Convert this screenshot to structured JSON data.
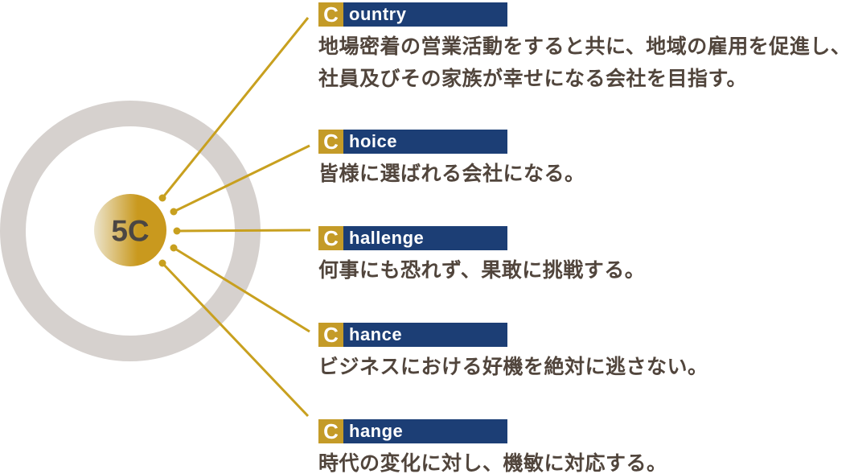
{
  "diagram": {
    "core_label": "5C",
    "colors": {
      "navy_bar": "#1c3e75",
      "gold_square": "#c49b28",
      "line_gold": "#c8a01f",
      "ring_gray": "#d6d1ce",
      "core_gold": "#c9991e",
      "core_gradient_light": "#ece4cc",
      "core_text": "#4b4643",
      "description_text": "#51453c"
    }
  },
  "items": [
    {
      "label": "Country",
      "initial": "C",
      "rest": "ountry",
      "description": "地場密着の営業活動をすると共に、地域の雇用を促進し、\n社員及びその家族が幸せになる会社を目指す。"
    },
    {
      "label": "Choice",
      "initial": "C",
      "rest": "hoice",
      "description": "皆様に選ばれる会社になる。"
    },
    {
      "label": "Challenge",
      "initial": "C",
      "rest": "hallenge",
      "description": "何事にも恐れず、果敢に挑戦する。"
    },
    {
      "label": "Chance",
      "initial": "C",
      "rest": "hance",
      "description": "ビジネスにおける好機を絶対に逃さない。"
    },
    {
      "label": "Change",
      "initial": "C",
      "rest": "hange",
      "description": "時代の変化に対し、機敏に対応する。"
    }
  ]
}
